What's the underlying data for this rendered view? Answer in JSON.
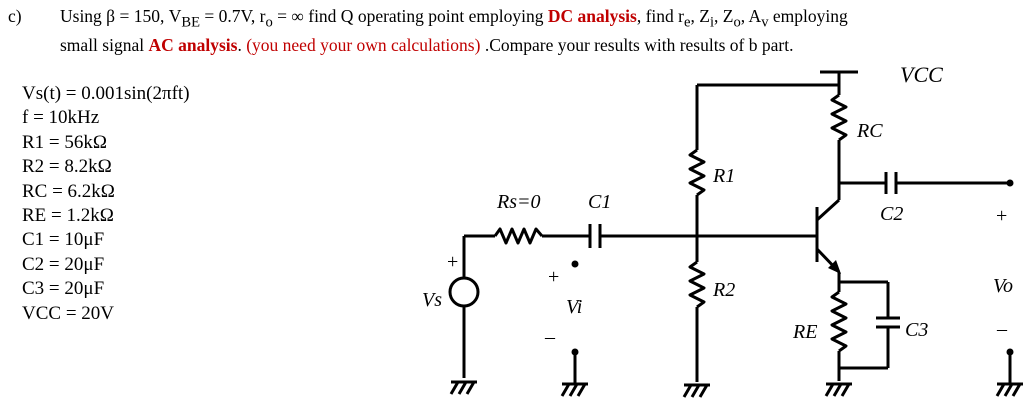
{
  "question": {
    "label": "c)",
    "line1_a": "Using β = 150, V",
    "line1_sub1": "BE",
    "line1_b": " = 0.7V, r",
    "line1_sub2": "o",
    "line1_c": " = ∞ find Q operating point employing ",
    "dc": "DC analysis",
    "line1_d": ", find r",
    "line1_sub3": "e",
    "line1_e": ", Z",
    "line1_sub4": "i",
    "line1_f": ", Z",
    "line1_sub5": "o",
    "line1_g": ", A",
    "line1_sub6": "v",
    "line1_h": " employing",
    "line2_a": "small signal ",
    "ac": "AC analysis",
    "line2_b": ".  ",
    "own": "(you need your own calculations)",
    "line2_c": " .Compare your results with results of b part."
  },
  "params": [
    "Vs(t) = 0.001sin(2πft)",
    "f = 10kHz",
    "R1 = 56kΩ",
    "R2 = 8.2kΩ",
    "RC = 6.2kΩ",
    "RE = 1.2kΩ",
    "C1 = 10μF",
    "C2 = 20μF",
    "C3 = 20μF",
    "VCC = 20V"
  ],
  "circuit": {
    "vcc": "VCC",
    "rc": "RC",
    "r1": "R1",
    "r2": "R2",
    "re": "RE",
    "c1": "C1",
    "c2": "C2",
    "c3": "C3",
    "rs": "Rs=0",
    "vs": "Vs",
    "vi": "Vi",
    "vo": "Vo",
    "plus": "+",
    "minus": "–"
  }
}
